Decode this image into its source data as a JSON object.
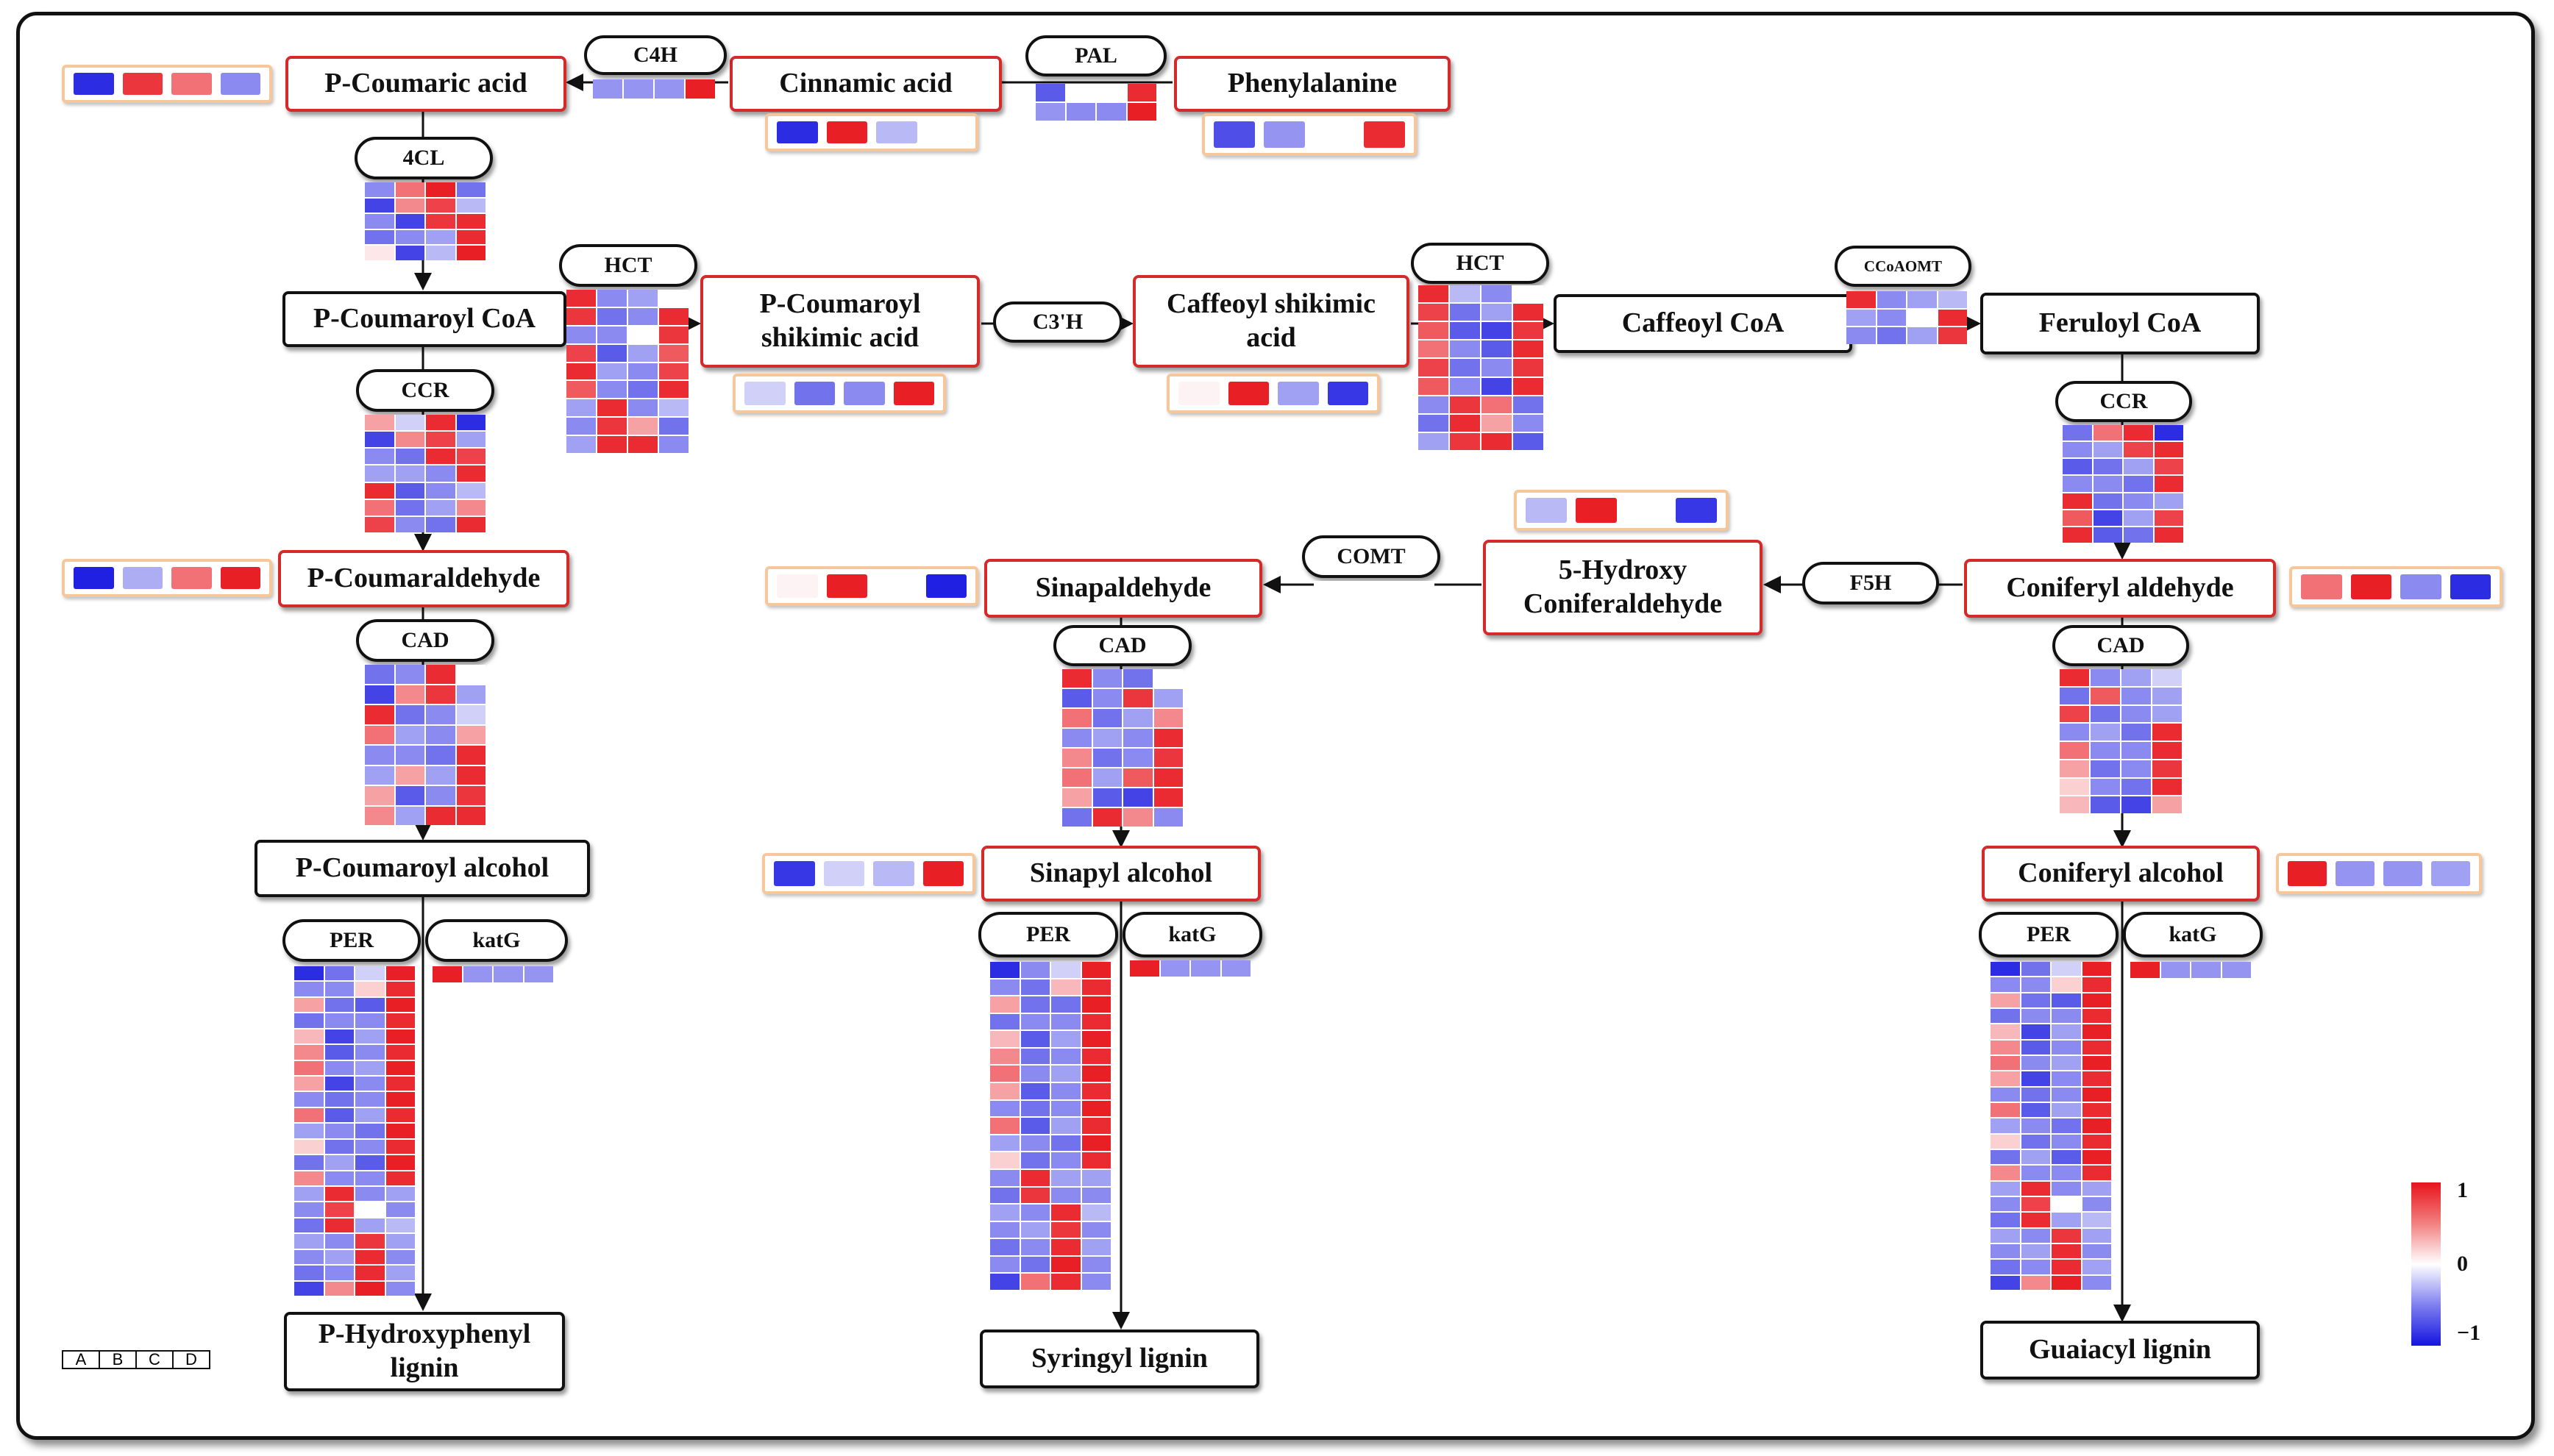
{
  "metabolites": {
    "phenylalanine": "Phenylalanine",
    "cinnamic_acid": "Cinnamic acid",
    "p_coumaric_acid": "P-Coumaric acid",
    "p_coumaroyl_coa": "P-Coumaroyl CoA",
    "p_coumaroyl_shikimic_acid": "P-Coumaroyl shikimic acid",
    "caffeoyl_shikimic_acid": "Caffeoyl shikimic acid",
    "caffeoyl_coa": "Caffeoyl CoA",
    "feruloyl_coa": "Feruloyl CoA",
    "p_coumaraldehyde": "P-Coumaraldehyde",
    "sinapaldehyde": "Sinapaldehyde",
    "hydroxy_coniferaldehyde": "5-Hydroxy Coniferaldehyde",
    "coniferyl_aldehyde": "Coniferyl aldehyde",
    "p_coumaroyl_alcohol": "P-Coumaroyl alcohol",
    "sinapyl_alcohol": "Sinapyl alcohol",
    "coniferyl_alcohol": "Coniferyl alcohol",
    "p_hydroxyphenyl_lignin": "P-Hydroxyphenyl lignin",
    "syringyl_lignin": "Syringyl lignin",
    "guaiacyl_lignin": "Guaiacyl lignin"
  },
  "enzymes": {
    "pal": "PAL",
    "c4h": "C4H",
    "cl4": "4CL",
    "hct1": "HCT",
    "hct2": "HCT",
    "c3h": "C3'H",
    "ccoaomt": "CCoAOMT",
    "ccr1": "CCR",
    "ccr2": "CCR",
    "comt": "COMT",
    "f5h": "F5H",
    "cad1": "CAD",
    "cad2": "CAD",
    "cad3": "CAD",
    "per1": "PER",
    "katg1": "katG",
    "per2": "PER",
    "katg2": "katG",
    "per3": "PER",
    "katg3": "katG"
  },
  "sample_key": [
    "A",
    "B",
    "C",
    "D"
  ],
  "legend": {
    "max": "1",
    "mid": "0",
    "min": "−1"
  },
  "colors": {
    "high": "#e8131b",
    "mid": "#ffffff",
    "low": "#1414e0",
    "metabolite_border": "#d42a2a",
    "strip_border": "#f6c79a"
  },
  "metabolite_levels": {
    "p_coumaric_acid": [
      -0.9,
      0.85,
      0.6,
      -0.5
    ],
    "cinnamic_acid": [
      -0.9,
      0.95,
      -0.3,
      0.0
    ],
    "phenylalanine": [
      -0.75,
      -0.45,
      0.0,
      0.9
    ],
    "p_coumaroyl_shikimic_acid": [
      -0.2,
      -0.6,
      -0.5,
      0.95
    ],
    "caffeoyl_shikimic_acid": [
      0.05,
      0.95,
      -0.4,
      -0.85
    ],
    "hydroxy_coniferaldehyde": [
      -0.3,
      0.95,
      0.0,
      -0.85
    ],
    "p_coumaraldehyde": [
      -0.95,
      -0.35,
      0.6,
      0.95
    ],
    "sinapaldehyde": [
      0.05,
      0.95,
      0.0,
      -0.95
    ],
    "coniferyl_aldehyde": [
      0.6,
      0.95,
      -0.5,
      -0.9
    ],
    "sinapyl_alcohol": [
      -0.85,
      -0.2,
      -0.3,
      0.95
    ],
    "coniferyl_alcohol": [
      0.95,
      -0.45,
      -0.45,
      -0.4
    ]
  },
  "gene_expression": {
    "c4h": [
      [
        -0.45,
        -0.45,
        -0.45,
        0.95
      ]
    ],
    "pal": [
      [
        -0.7,
        0.0,
        0.0,
        0.9
      ],
      [
        -0.45,
        -0.5,
        -0.5,
        0.95
      ]
    ],
    "cl4": [
      [
        -0.5,
        0.6,
        0.95,
        -0.6
      ],
      [
        -0.8,
        0.5,
        0.8,
        -0.3
      ],
      [
        -0.5,
        -0.8,
        0.85,
        0.9
      ],
      [
        -0.6,
        -0.5,
        -0.4,
        0.9
      ],
      [
        0.1,
        -0.8,
        -0.3,
        0.95
      ]
    ],
    "hct1": [
      [
        0.9,
        -0.5,
        -0.4,
        0.0
      ],
      [
        0.85,
        -0.6,
        -0.5,
        0.9
      ],
      [
        -0.5,
        -0.5,
        0.0,
        0.85
      ],
      [
        0.8,
        -0.7,
        -0.4,
        0.7
      ],
      [
        0.9,
        -0.4,
        -0.5,
        0.8
      ],
      [
        0.7,
        -0.5,
        -0.6,
        0.9
      ],
      [
        -0.4,
        0.9,
        -0.5,
        -0.3
      ],
      [
        -0.5,
        0.85,
        0.4,
        -0.6
      ],
      [
        -0.4,
        0.9,
        0.9,
        -0.5
      ]
    ],
    "hct2": [
      [
        0.9,
        -0.3,
        -0.5,
        0.0
      ],
      [
        0.8,
        -0.6,
        -0.4,
        0.9
      ],
      [
        0.7,
        -0.7,
        -0.8,
        0.85
      ],
      [
        0.6,
        -0.5,
        -0.7,
        0.9
      ],
      [
        0.8,
        -0.6,
        -0.5,
        0.85
      ],
      [
        0.7,
        -0.5,
        -0.8,
        0.9
      ],
      [
        -0.5,
        0.85,
        0.6,
        -0.6
      ],
      [
        -0.6,
        0.9,
        0.4,
        -0.5
      ],
      [
        -0.4,
        0.85,
        0.9,
        -0.7
      ]
    ],
    "ccoaomt": [
      [
        0.9,
        -0.5,
        -0.4,
        -0.3
      ],
      [
        -0.4,
        -0.5,
        0.0,
        0.9
      ],
      [
        -0.5,
        -0.6,
        -0.4,
        0.85
      ]
    ],
    "ccr1": [
      [
        0.4,
        -0.2,
        0.9,
        -0.9
      ],
      [
        -0.8,
        0.5,
        0.8,
        -0.4
      ],
      [
        -0.5,
        -0.6,
        0.9,
        0.8
      ],
      [
        -0.4,
        -0.4,
        -0.5,
        0.9
      ],
      [
        0.9,
        -0.7,
        -0.5,
        -0.3
      ],
      [
        0.6,
        -0.6,
        -0.4,
        0.5
      ],
      [
        0.8,
        -0.5,
        -0.6,
        0.9
      ]
    ],
    "ccr2": [
      [
        -0.6,
        0.6,
        0.9,
        -0.9
      ],
      [
        -0.5,
        -0.4,
        0.8,
        0.9
      ],
      [
        -0.7,
        -0.6,
        -0.4,
        0.8
      ],
      [
        -0.5,
        -0.5,
        -0.6,
        0.9
      ],
      [
        0.9,
        -0.6,
        -0.5,
        -0.4
      ],
      [
        0.7,
        -0.8,
        -0.4,
        0.8
      ],
      [
        0.9,
        -0.7,
        -0.6,
        0.9
      ]
    ],
    "cad1": [
      [
        -0.6,
        -0.5,
        0.9,
        0.0
      ],
      [
        -0.8,
        0.5,
        0.85,
        -0.4
      ],
      [
        0.9,
        -0.6,
        -0.5,
        -0.2
      ],
      [
        0.6,
        -0.4,
        -0.5,
        0.4
      ],
      [
        -0.5,
        -0.5,
        -0.6,
        0.9
      ],
      [
        -0.4,
        0.4,
        -0.4,
        0.9
      ],
      [
        0.4,
        -0.7,
        -0.5,
        0.85
      ],
      [
        0.5,
        -0.4,
        0.9,
        0.9
      ]
    ],
    "cad2": [
      [
        0.9,
        -0.5,
        -0.6,
        0.0
      ],
      [
        -0.7,
        -0.5,
        0.85,
        -0.4
      ],
      [
        0.6,
        -0.6,
        -0.4,
        0.5
      ],
      [
        -0.5,
        -0.4,
        -0.5,
        0.9
      ],
      [
        0.5,
        -0.6,
        -0.5,
        0.85
      ],
      [
        0.6,
        -0.4,
        0.7,
        0.9
      ],
      [
        0.4,
        -0.7,
        -0.8,
        0.9
      ],
      [
        -0.6,
        0.9,
        0.5,
        -0.5
      ]
    ],
    "cad3": [
      [
        0.9,
        -0.5,
        -0.4,
        -0.2
      ],
      [
        -0.6,
        0.7,
        -0.5,
        -0.4
      ],
      [
        0.8,
        -0.6,
        -0.5,
        -0.4
      ],
      [
        -0.5,
        -0.4,
        -0.6,
        0.9
      ],
      [
        0.6,
        -0.5,
        -0.5,
        0.9
      ],
      [
        0.4,
        -0.6,
        -0.5,
        0.85
      ],
      [
        0.2,
        -0.5,
        -0.6,
        0.9
      ],
      [
        0.3,
        -0.7,
        -0.8,
        0.4
      ]
    ],
    "katg": [
      [
        0.95,
        -0.45,
        -0.45,
        -0.45
      ]
    ],
    "per1": [
      [
        -0.9,
        -0.6,
        -0.2,
        0.95
      ],
      [
        -0.5,
        -0.5,
        0.2,
        0.9
      ],
      [
        0.4,
        -0.6,
        -0.7,
        0.95
      ],
      [
        -0.6,
        -0.5,
        -0.5,
        0.9
      ],
      [
        0.3,
        -0.8,
        -0.4,
        0.95
      ],
      [
        0.5,
        -0.7,
        -0.5,
        0.9
      ],
      [
        0.6,
        -0.5,
        -0.4,
        0.95
      ],
      [
        0.4,
        -0.8,
        -0.5,
        0.9
      ],
      [
        -0.5,
        -0.6,
        -0.5,
        0.95
      ],
      [
        0.6,
        -0.7,
        -0.4,
        0.9
      ],
      [
        -0.4,
        -0.5,
        -0.6,
        0.95
      ],
      [
        0.2,
        -0.6,
        -0.5,
        0.9
      ],
      [
        -0.6,
        -0.4,
        -0.7,
        0.95
      ],
      [
        0.5,
        -0.5,
        -0.5,
        0.9
      ],
      [
        -0.4,
        0.9,
        -0.5,
        -0.4
      ],
      [
        -0.5,
        0.8,
        0.0,
        -0.5
      ],
      [
        -0.6,
        0.9,
        -0.4,
        -0.3
      ],
      [
        -0.4,
        -0.5,
        0.85,
        -0.4
      ],
      [
        -0.5,
        -0.4,
        0.9,
        -0.5
      ],
      [
        -0.6,
        -0.5,
        0.9,
        -0.4
      ],
      [
        -0.8,
        0.5,
        0.95,
        -0.5
      ]
    ],
    "per2": [
      [
        -0.9,
        -0.5,
        -0.2,
        0.95
      ],
      [
        -0.5,
        -0.6,
        0.3,
        0.9
      ],
      [
        0.4,
        -0.6,
        -0.6,
        0.95
      ],
      [
        -0.6,
        -0.5,
        -0.5,
        0.9
      ],
      [
        0.3,
        -0.7,
        -0.4,
        0.95
      ],
      [
        0.5,
        -0.6,
        -0.5,
        0.9
      ],
      [
        0.6,
        -0.5,
        -0.4,
        0.95
      ],
      [
        0.4,
        -0.7,
        -0.5,
        0.9
      ],
      [
        -0.5,
        -0.6,
        -0.5,
        0.95
      ],
      [
        0.6,
        -0.7,
        -0.4,
        0.9
      ],
      [
        -0.4,
        -0.5,
        -0.6,
        0.95
      ],
      [
        0.2,
        -0.6,
        -0.5,
        0.9
      ],
      [
        -0.5,
        0.9,
        -0.4,
        -0.4
      ],
      [
        -0.6,
        0.85,
        -0.5,
        -0.5
      ],
      [
        -0.4,
        -0.5,
        0.9,
        -0.3
      ],
      [
        -0.5,
        -0.4,
        0.85,
        -0.5
      ],
      [
        -0.6,
        -0.5,
        0.9,
        -0.4
      ],
      [
        -0.5,
        -0.6,
        0.95,
        -0.5
      ],
      [
        -0.8,
        0.6,
        0.9,
        -0.5
      ]
    ],
    "per3": [
      [
        -0.9,
        -0.6,
        -0.2,
        0.95
      ],
      [
        -0.5,
        -0.5,
        0.2,
        0.9
      ],
      [
        0.4,
        -0.6,
        -0.7,
        0.95
      ],
      [
        -0.6,
        -0.5,
        -0.5,
        0.9
      ],
      [
        0.3,
        -0.8,
        -0.4,
        0.95
      ],
      [
        0.5,
        -0.7,
        -0.5,
        0.9
      ],
      [
        0.6,
        -0.5,
        -0.4,
        0.95
      ],
      [
        0.4,
        -0.8,
        -0.5,
        0.9
      ],
      [
        -0.5,
        -0.6,
        -0.5,
        0.95
      ],
      [
        0.6,
        -0.7,
        -0.4,
        0.9
      ],
      [
        -0.4,
        -0.5,
        -0.6,
        0.95
      ],
      [
        0.2,
        -0.6,
        -0.5,
        0.9
      ],
      [
        -0.6,
        -0.4,
        -0.7,
        0.95
      ],
      [
        0.5,
        -0.5,
        -0.5,
        0.9
      ],
      [
        -0.4,
        0.9,
        -0.5,
        -0.4
      ],
      [
        -0.5,
        0.8,
        0.0,
        -0.5
      ],
      [
        -0.6,
        0.9,
        -0.4,
        -0.3
      ],
      [
        -0.4,
        -0.5,
        0.85,
        -0.4
      ],
      [
        -0.5,
        -0.4,
        0.9,
        -0.5
      ],
      [
        -0.6,
        -0.5,
        0.9,
        -0.4
      ],
      [
        -0.8,
        0.5,
        0.95,
        -0.5
      ]
    ]
  }
}
